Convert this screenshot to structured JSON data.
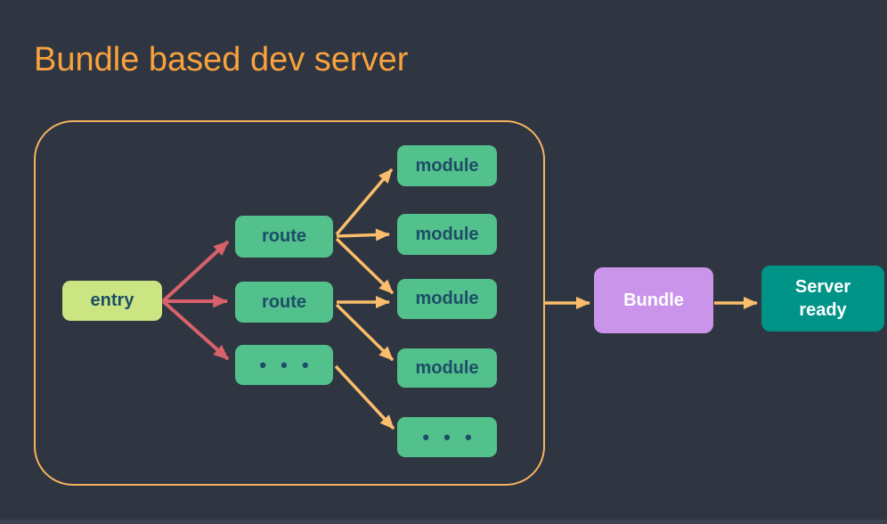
{
  "title": "Bundle based dev server",
  "colors": {
    "background": "#2F3641",
    "title": "#F9A23E",
    "container_border": "#F6B35F",
    "arrow_orange": "#FBBD6B",
    "arrow_red": "#D8616B",
    "entry_bg": "#CBE582",
    "node_bg": "#52C18B",
    "node_text": "#1D4D68",
    "bundle_bg": "#C994E9",
    "server_bg": "#009489",
    "light_text": "#FFFFFF",
    "window_edge": "#3A4150"
  },
  "diagram": {
    "entry": {
      "label": "entry"
    },
    "routes": [
      {
        "label": "route"
      },
      {
        "label": "route"
      },
      {
        "label": "• • •"
      }
    ],
    "modules": [
      {
        "label": "module"
      },
      {
        "label": "module"
      },
      {
        "label": "module"
      },
      {
        "label": "module"
      },
      {
        "label": "• • •"
      }
    ],
    "bundle": {
      "label": "Bundle"
    },
    "server": {
      "line1": "Server",
      "line2": "ready"
    }
  }
}
